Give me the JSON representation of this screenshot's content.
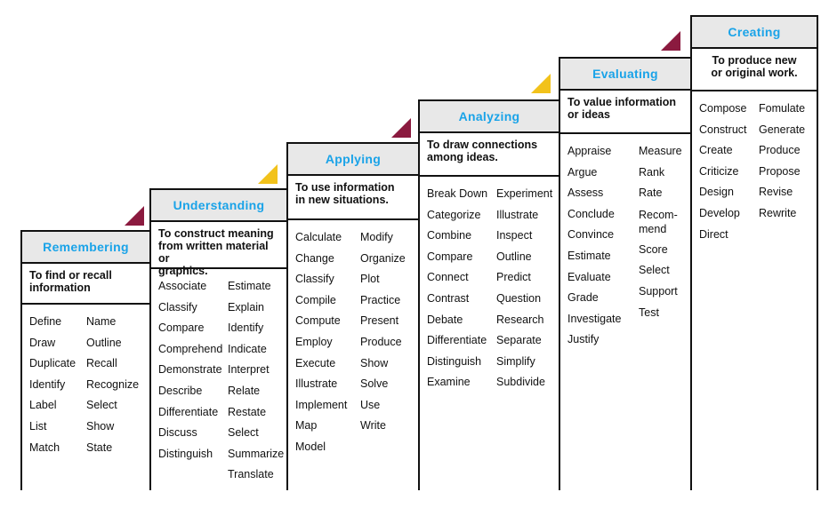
{
  "colors": {
    "title_text": "#1aa3e8",
    "title_bg": "#e8e8e8",
    "triangle_maroon": "#8b1a3f",
    "triangle_yellow": "#f2c21b"
  },
  "steps": [
    {
      "title": "Remembering",
      "description": "To find or recall\ninformation",
      "triangle": "maroon",
      "words": [
        [
          "Define",
          "Draw",
          "Duplicate",
          "Identify",
          "Label",
          "List",
          "Match"
        ],
        [
          "Name",
          "Outline",
          "Recall",
          "Recognize",
          "Select",
          "Show",
          "State"
        ]
      ]
    },
    {
      "title": "Understanding",
      "description": "To construct meaning\nfrom written material or\ngraphics.",
      "triangle": "yellow",
      "words": [
        [
          "Associate",
          "Classify",
          "Compare",
          "Comprehend",
          "Demonstrate",
          "Describe",
          "Differentiate",
          "Discuss",
          "Distinguish"
        ],
        [
          "Estimate",
          "Explain",
          "Identify",
          "Indicate",
          "Interpret",
          "Relate",
          "Restate",
          "Select",
          "Summarize",
          "Translate"
        ]
      ]
    },
    {
      "title": "Applying",
      "description": "To use information\nin new situations.",
      "triangle": "maroon",
      "words": [
        [
          "Calculate",
          "Change",
          "Classify",
          "Compile",
          "Compute",
          "Employ",
          "Execute",
          "Illustrate",
          "Implement",
          "Map",
          "Model"
        ],
        [
          "Modify",
          "Organize",
          "Plot",
          "Practice",
          "Present",
          "Produce",
          "Show",
          "Solve",
          "Use",
          "Write"
        ]
      ]
    },
    {
      "title": "Analyzing",
      "description": "To draw connections\namong ideas.",
      "triangle": "yellow",
      "words": [
        [
          "Break Down",
          "Categorize",
          "Combine",
          "Compare",
          "Connect",
          "Contrast",
          "Debate",
          "Differentiate",
          "Distinguish",
          "Examine"
        ],
        [
          "Experiment",
          "Illustrate",
          "Inspect",
          "Outline",
          "Predict",
          "Question",
          "Research",
          "Separate",
          "Simplify",
          "Subdivide"
        ]
      ]
    },
    {
      "title": "Evaluating",
      "description": "To value information\nor ideas",
      "triangle": "maroon",
      "words": [
        [
          "Appraise",
          "Argue",
          "Assess",
          "Conclude",
          "Convince",
          "Estimate",
          "Evaluate",
          "Grade",
          "Investigate",
          "Justify"
        ],
        [
          "Measure",
          "Rank",
          "Rate",
          "Recom-\nmend",
          "Score",
          "Select",
          "Support",
          "Test"
        ]
      ]
    },
    {
      "title": "Creating",
      "description": "To produce new\nor original work.",
      "triangle": null,
      "words": [
        [
          "Compose",
          "Construct",
          "Create",
          "Criticize",
          "Design",
          "Develop",
          "Direct"
        ],
        [
          "Fomulate",
          "Generate",
          "Produce",
          "Propose",
          "Revise",
          "Rewrite"
        ]
      ]
    }
  ]
}
